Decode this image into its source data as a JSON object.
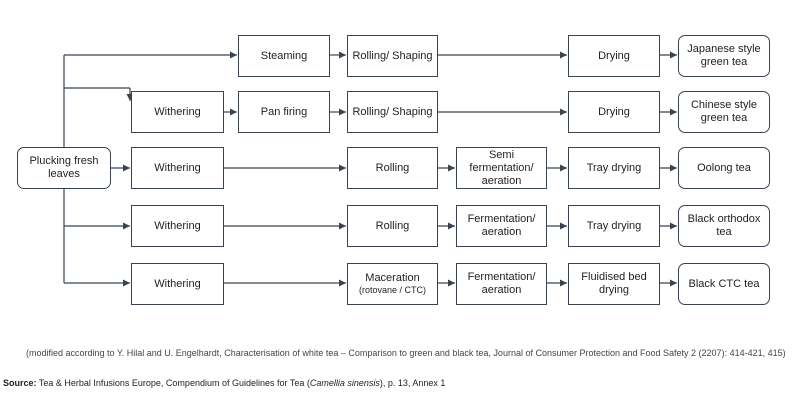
{
  "nodes": {
    "start": "Plucking fresh leaves",
    "r1": {
      "steaming": "Steaming",
      "rolling": "Rolling/ Shaping",
      "drying": "Drying",
      "result": "Japanese style green tea"
    },
    "r2": {
      "withering": "Withering",
      "pan": "Pan firing",
      "rolling": "Rolling/ Shaping",
      "drying": "Drying",
      "result": "Chinese style green tea"
    },
    "r3": {
      "withering": "Withering",
      "rolling": "Rolling",
      "ferment": "Semi fermentation/ aeration",
      "drying": "Tray drying",
      "result": "Oolong tea"
    },
    "r4": {
      "withering": "Withering",
      "rolling": "Rolling",
      "ferment": "Fermentation/ aeration",
      "drying": "Tray drying",
      "result": "Black orthodox tea"
    },
    "r5": {
      "withering": "Withering",
      "maceration": "Maceration",
      "maceration_sub": "(rotovane / CTC)",
      "ferment": "Fermentation/ aeration",
      "drying": "Fluidised bed drying",
      "result": "Black CTC tea"
    }
  },
  "footnote": "(modified according to Y. Hilal and U. Engelhardt, Characterisation of white tea – Comparison to green and black tea, Journal of Consumer Protection and Food Safety 2 (2207): 414-421, 415)",
  "source": {
    "label": "Source:",
    "text_before": "Tea & Herbal Infusions Europe, Compendium of Guidelines for Tea (",
    "italic": "Camellia sinensis",
    "text_after": "), p. 13, Annex 1"
  },
  "colors": {
    "line": "#3a4450",
    "border": "#3a4450"
  }
}
